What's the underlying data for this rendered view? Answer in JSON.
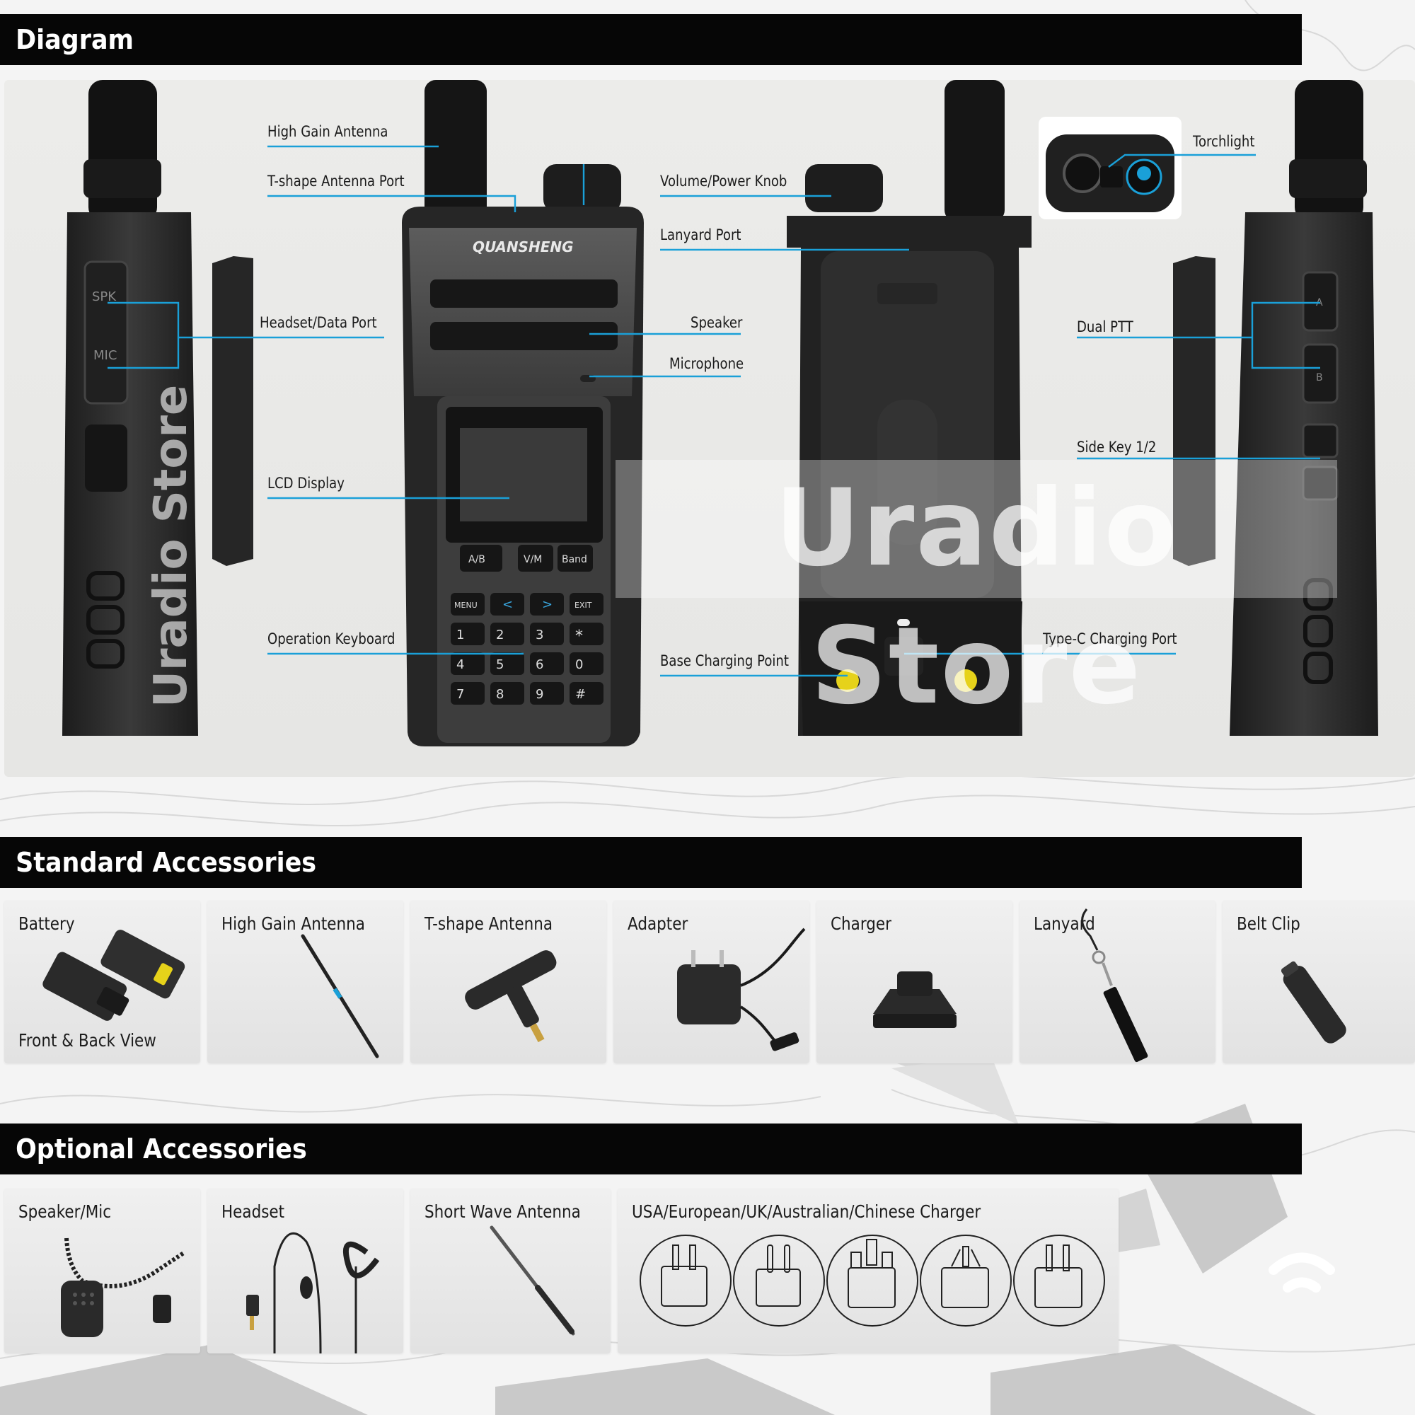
{
  "sections": {
    "diagram": "Diagram",
    "standard": "Standard Accessories",
    "optional": "Optional Accessories"
  },
  "brand": "QUANSHENG",
  "watermark": "Uradio Store",
  "callouts": {
    "high_gain_antenna": "High Gain Antenna",
    "t_shape_antenna_port": "T-shape Antenna Port",
    "headset_data_port": "Headset/Data Port",
    "lcd_display": "LCD Display",
    "operation_keyboard": "Operation Keyboard",
    "volume_power_knob": "Volume/Power Knob",
    "lanyard_port": "Lanyard Port",
    "speaker": "Speaker",
    "microphone": "Microphone",
    "base_charging_point": "Base Charging Point",
    "torchlight": "Torchlight",
    "dual_ptt": "Dual PTT",
    "side_key": "Side Key 1/2",
    "type_c_charging_port": "Type-C Charging Port"
  },
  "side_port_labels": {
    "spk": "SPK",
    "mic": "MIC"
  },
  "ptt_labels": {
    "a": "A",
    "b": "B"
  },
  "keypad": {
    "top": [
      "A/B",
      "V/M",
      "Band"
    ],
    "nav": [
      "MENU",
      "<",
      ">",
      "EXIT"
    ],
    "rows": [
      [
        "1",
        "2",
        "3",
        "*"
      ],
      [
        "4",
        "5",
        "6",
        "0"
      ],
      [
        "7",
        "8",
        "9",
        "#"
      ]
    ]
  },
  "standard_accessories": [
    {
      "label": "Battery",
      "sublabel": "Front & Back View",
      "icon": "battery-icon"
    },
    {
      "label": "High Gain Antenna",
      "icon": "antenna-icon"
    },
    {
      "label": "T-shape Antenna",
      "icon": "t-antenna-icon"
    },
    {
      "label": "Adapter",
      "icon": "adapter-icon"
    },
    {
      "label": "Charger",
      "icon": "charger-cradle-icon"
    },
    {
      "label": "Lanyard",
      "icon": "lanyard-icon"
    },
    {
      "label": "Belt Clip",
      "icon": "belt-clip-icon"
    }
  ],
  "optional_accessories": [
    {
      "label": "Speaker/Mic",
      "icon": "speaker-mic-icon"
    },
    {
      "label": "Headset",
      "icon": "headset-icon"
    },
    {
      "label": "Short Wave Antenna",
      "icon": "short-antenna-icon"
    },
    {
      "label": "USA/European/UK/Australian/Chinese Charger",
      "icon": "plug-types-icon"
    }
  ],
  "colors": {
    "band": "#060606",
    "callout_line": "#1aa0d8",
    "radio_body": "#2a2a2a",
    "radio_panel": "#555555",
    "charge_contact": "#e6d21a"
  }
}
